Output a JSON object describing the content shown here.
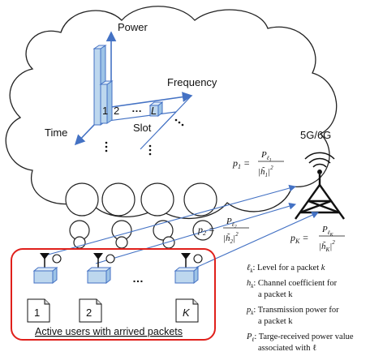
{
  "cloud": {
    "power_label": "Power",
    "frequency_label": "Frequency",
    "time_label": "Time",
    "slot_label": "Slot",
    "bar_labels": [
      "1",
      "2"
    ],
    "last_bar_label": "L",
    "ellipsis": "…"
  },
  "tower": {
    "label": "5G/6G"
  },
  "equations": {
    "p1": {
      "lhs": "p",
      "lhs_sub": "1",
      "num": "P",
      "num_sub": "ℓ",
      "num_subsub": "1",
      "den": "|h̃",
      "den_sub": "1",
      "den_sup": "2"
    },
    "p2": {
      "lhs": "p",
      "lhs_sub": "2",
      "num": "P",
      "num_sub": "ℓ",
      "num_subsub": "2",
      "den": "|h̃",
      "den_sub": "2",
      "den_sup": "2"
    },
    "pK": {
      "lhs": "p",
      "lhs_sub": "K",
      "num": "P",
      "num_sub": "ℓ",
      "num_subsub": "K",
      "den": "|h̃",
      "den_sub": "K",
      "den_sup": "2"
    }
  },
  "users": {
    "packet_labels": [
      "1",
      "2",
      "K"
    ],
    "ellipsis": "…",
    "caption": "Active users with arrived packets",
    "box_color": "#e0201b"
  },
  "legend": [
    {
      "sym": "ℓ",
      "sub": "k",
      "text": ": Level for a packet ",
      "var": "k",
      "cont": ""
    },
    {
      "sym": "h",
      "sub": "k",
      "text": ": Channel coefficient for",
      "var": "",
      "cont": "a packet k"
    },
    {
      "sym": "p",
      "sub": "k",
      "text": ": Transmission power for",
      "var": "",
      "cont": "a packet k"
    },
    {
      "sym": "P",
      "sub": "ℓ",
      "text": ": Targe-received power value",
      "var": "",
      "cont": "associated with ℓ"
    }
  ],
  "colors": {
    "accent_blue": "#4472c4",
    "cube_fill": "#bdd7ee",
    "cube_top": "#deebf7"
  }
}
